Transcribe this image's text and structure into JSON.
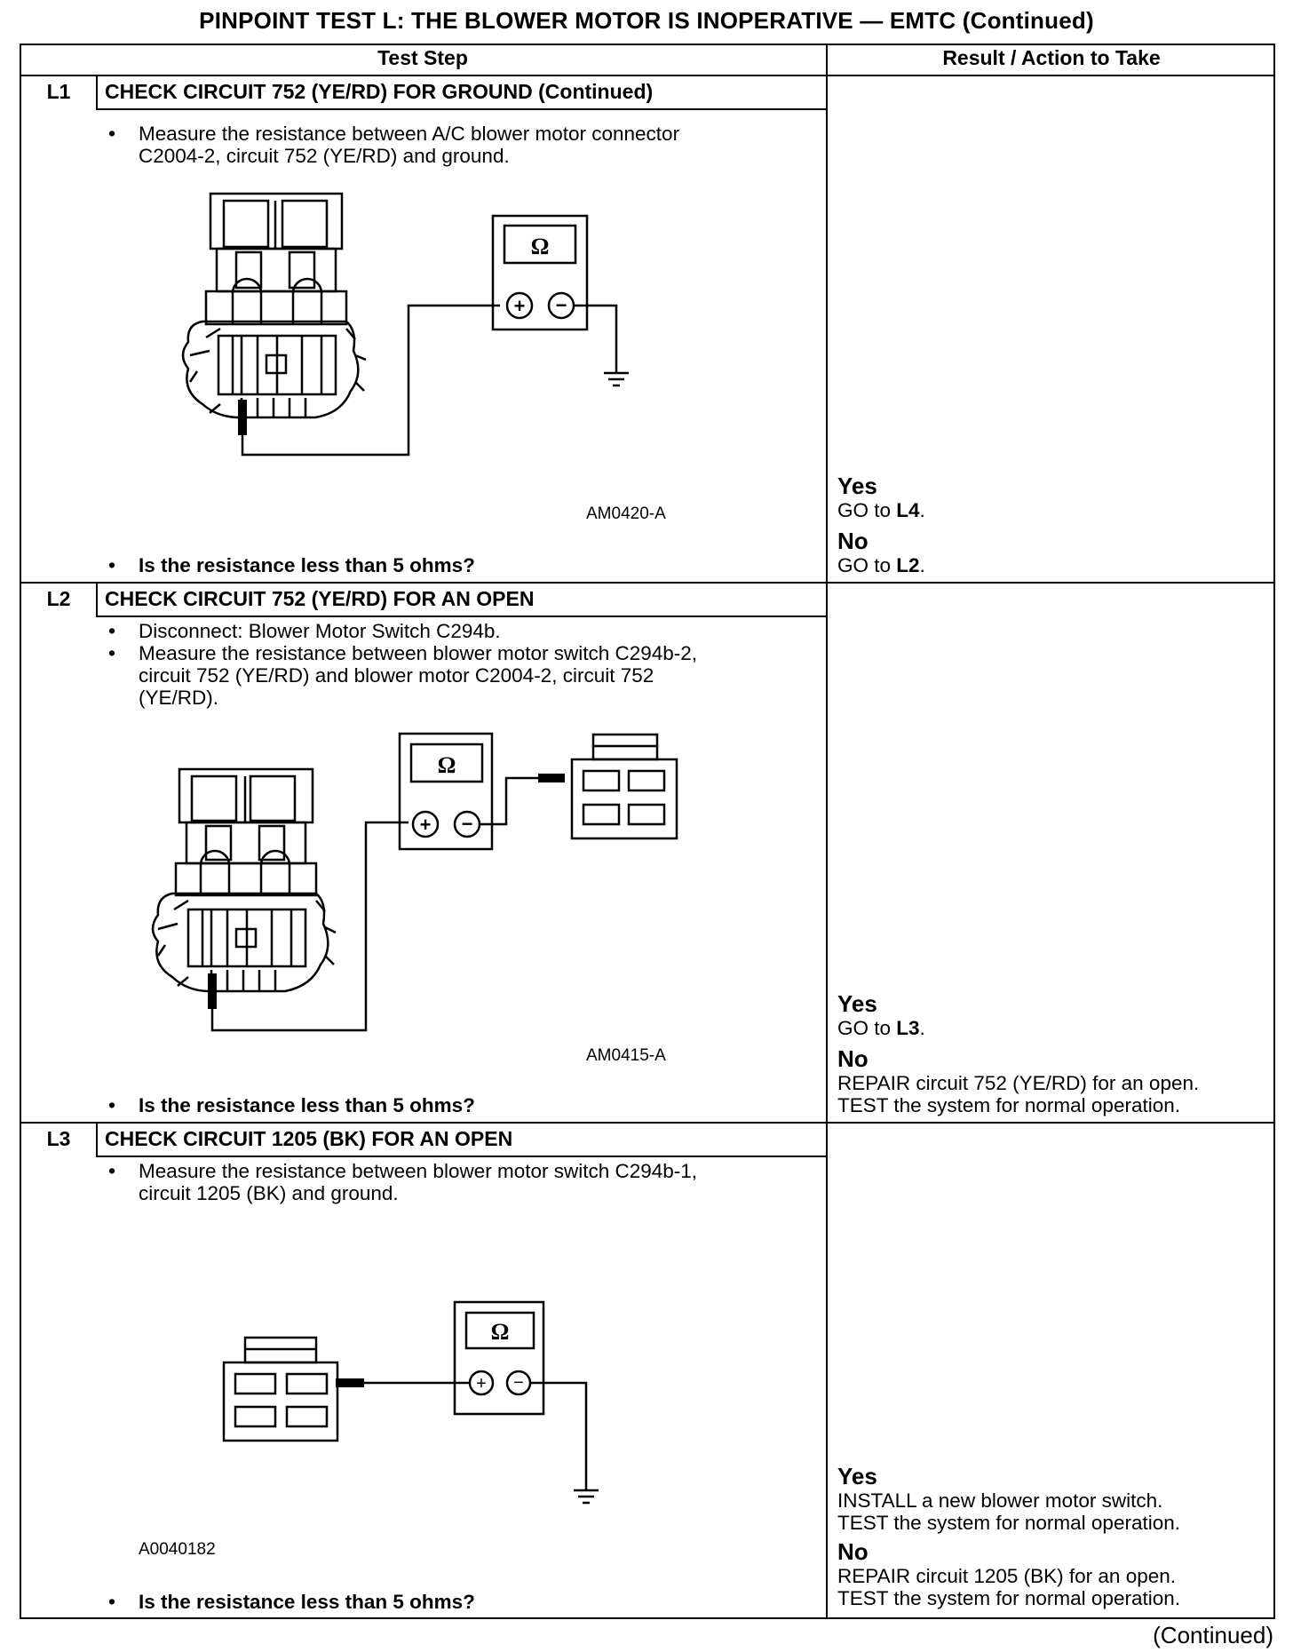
{
  "title": "PINPOINT TEST L: THE BLOWER MOTOR IS INOPERATIVE — EMTC (Continued)",
  "headers": {
    "test_step": "Test Step",
    "result": "Result / Action to Take"
  },
  "steps": [
    {
      "id": "L1",
      "title": "CHECK CIRCUIT 752 (YE/RD) FOR GROUND (Continued)",
      "instructions": [
        [
          "Measure the resistance between A/C blower motor connector",
          "C2004-2, circuit 752 (YE/RD) and ground."
        ]
      ],
      "figure_id": "AM0420-A",
      "question": "Is the resistance less than 5 ohms?",
      "yes_label": "Yes",
      "yes_lines": [
        {
          "text": "GO to ",
          "ref": "L4",
          "end": "."
        }
      ],
      "no_label": "No",
      "no_lines": [
        {
          "text": "GO to ",
          "ref": "L2",
          "end": "."
        }
      ]
    },
    {
      "id": "L2",
      "title": "CHECK CIRCUIT 752 (YE/RD) FOR AN OPEN",
      "instructions": [
        [
          "Disconnect: Blower Motor Switch C294b."
        ],
        [
          "Measure the resistance between blower motor switch C294b-2,",
          "circuit 752 (YE/RD) and blower motor C2004-2, circuit 752",
          "(YE/RD)."
        ]
      ],
      "figure_id": "AM0415-A",
      "question": "Is the resistance less than 5 ohms?",
      "yes_label": "Yes",
      "yes_lines": [
        {
          "text": "GO to ",
          "ref": "L3",
          "end": "."
        }
      ],
      "no_label": "No",
      "no_lines": [
        {
          "text": "REPAIR circuit 752 (YE/RD) for an open."
        },
        {
          "text": "TEST the system for normal operation."
        }
      ]
    },
    {
      "id": "L3",
      "title": "CHECK CIRCUIT 1205 (BK) FOR AN OPEN",
      "instructions": [
        [
          "Measure the resistance between blower motor switch C294b-1,",
          "circuit 1205 (BK) and ground."
        ]
      ],
      "figure_id": "A0040182",
      "question": "Is the resistance less than 5 ohms?",
      "yes_label": "Yes",
      "yes_lines": [
        {
          "text": "INSTALL a new blower motor switch."
        },
        {
          "text": "TEST the system for normal operation."
        }
      ],
      "no_label": "No",
      "no_lines": [
        {
          "text": "REPAIR circuit 1205 (BK) for an open."
        },
        {
          "text": "TEST the system for normal operation."
        }
      ]
    }
  ],
  "meter": {
    "symbol": "Ω",
    "plus": "+",
    "minus": "−"
  },
  "icons": [
    "ohmmeter-icon",
    "ground-symbol-icon",
    "blower-motor-connector-icon",
    "switch-connector-icon"
  ],
  "footer": "(Continued)"
}
